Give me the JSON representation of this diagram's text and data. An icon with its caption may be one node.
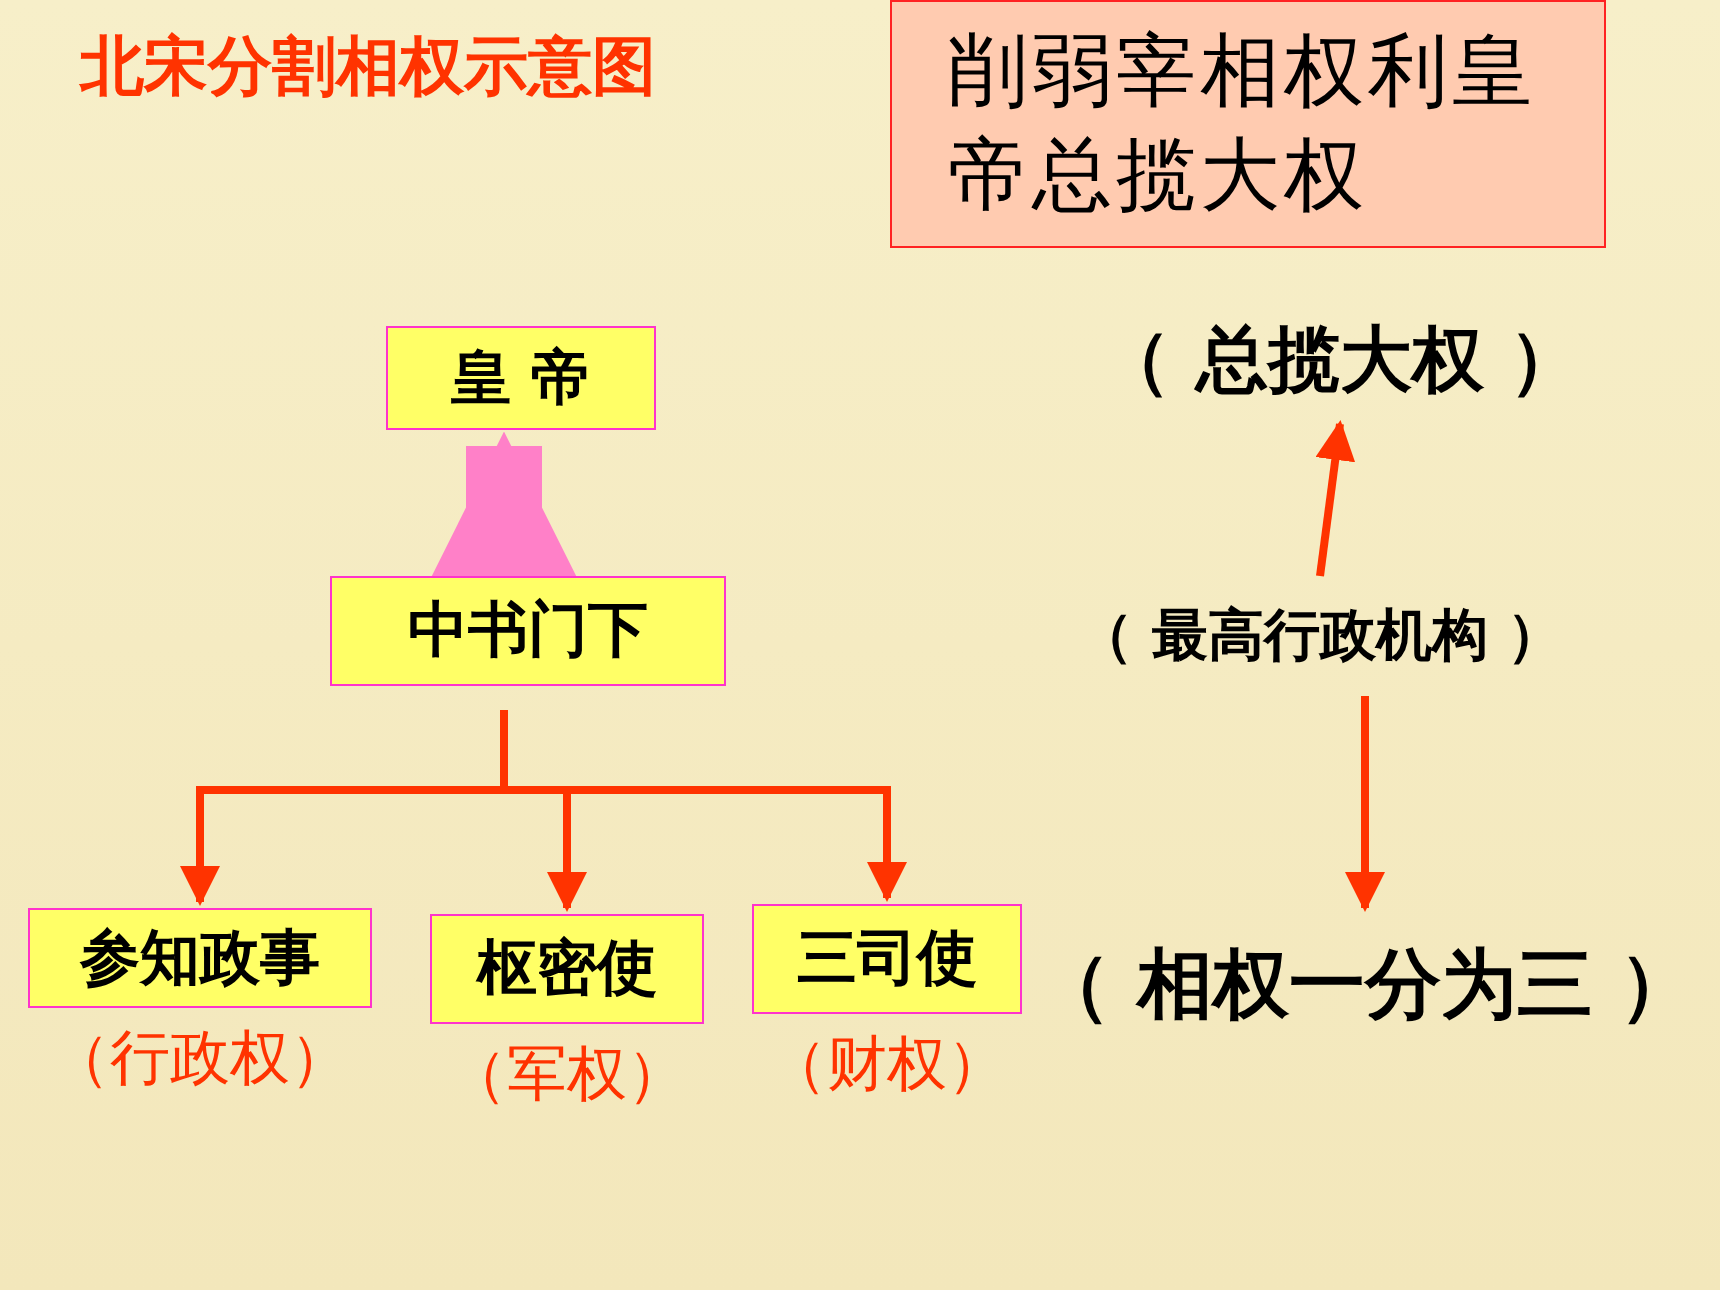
{
  "diagram": {
    "title": "北宋分割相权示意图",
    "nodes": [
      {
        "text": [
          "皇 帝"
        ]
      },
      {
        "text": [
          "中书门下"
        ]
      },
      {
        "text": [
          "参知政事"
        ],
        "beside": [
          "（行政权）"
        ]
      },
      {
        "text": [
          "枢密使"
        ],
        "beside": [
          "（军权）"
        ]
      },
      {
        "text": [
          "三司使"
        ],
        "beside": [
          "（财权）"
        ]
      },
      {
        "text": [
          "削弱宰相权利皇帝总揽大权"
        ]
      },
      {
        "text": [
          "（ 总揽大权 ）"
        ]
      },
      {
        "text": [
          "（ 最高行政机构 ）"
        ]
      },
      {
        "text": [
          "（ 相权一分为三 ）"
        ]
      }
    ],
    "edges": [
      {
        "from": 1,
        "to": 0,
        "arrow": "to",
        "style": "thick",
        "color": "#ff80c8"
      },
      {
        "from": 1,
        "to": 2,
        "arrow": "to"
      },
      {
        "from": 1,
        "to": 3,
        "arrow": "to"
      },
      {
        "from": 1,
        "to": 4,
        "arrow": "to"
      },
      {
        "from": 7,
        "to": 6,
        "arrow": "to"
      },
      {
        "from": 7,
        "to": 8,
        "arrow": "to"
      }
    ]
  }
}
